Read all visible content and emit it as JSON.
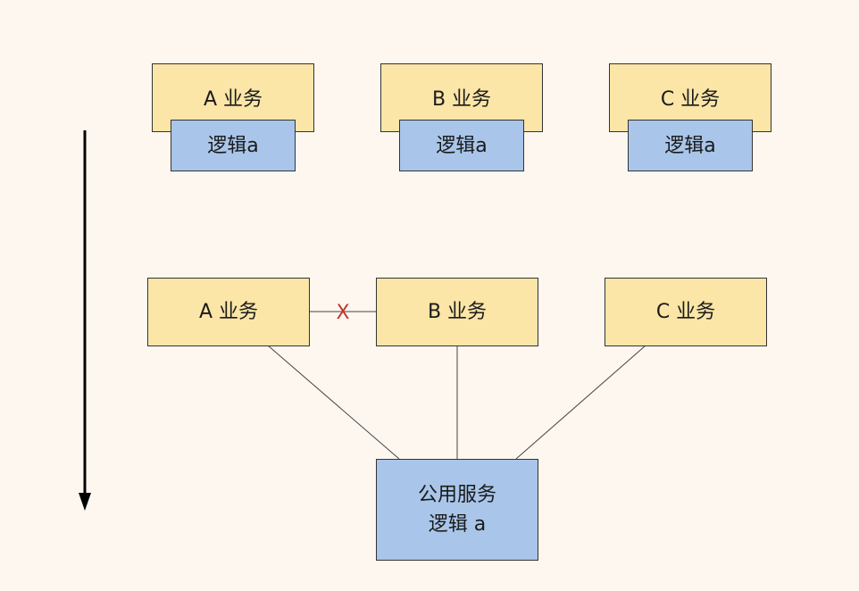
{
  "top_row": [
    {
      "business": "A 业务",
      "logic": "逻辑a"
    },
    {
      "business": "B 业务",
      "logic": "逻辑a"
    },
    {
      "business": "C 业务",
      "logic": "逻辑a"
    }
  ],
  "bottom_row": [
    {
      "business": "A 业务"
    },
    {
      "business": "B 业务"
    },
    {
      "business": "C 业务"
    }
  ],
  "blocked_link_mark": "X",
  "shared_service": {
    "line1": "公用服务",
    "line2": "逻辑 a"
  },
  "colors": {
    "business_fill": "#fbe5a7",
    "logic_fill": "#a9c6ea",
    "blocked_mark": "#c0392b",
    "arrow": "#000000"
  }
}
